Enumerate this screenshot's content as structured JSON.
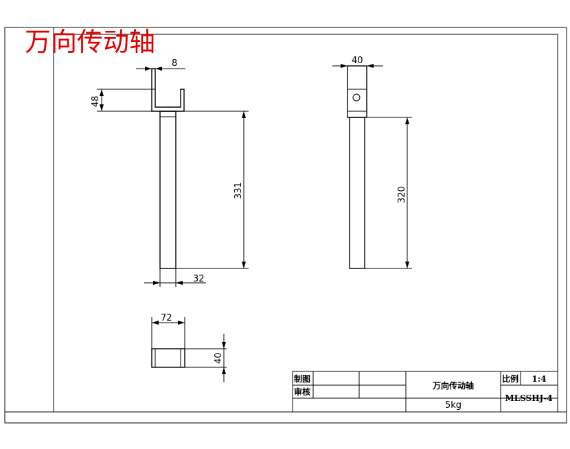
{
  "title": "万向传动轴",
  "dimensions": {
    "side_flange_width": "8",
    "side_fork_height": "48",
    "side_shaft_length": "331",
    "side_shaft_width": "32",
    "front_width": "40",
    "front_shaft_length": "320",
    "bottom_width": "72",
    "bottom_height": "40"
  },
  "title_block": {
    "drawn_label": "制图",
    "checked_label": "审核",
    "part_name": "万向传动轴",
    "weight": "5kg",
    "scale_label": "比例",
    "scale_value": "1:4",
    "drawing_number": "MLSSHJ-4"
  },
  "colors": {
    "line": "#000000",
    "title": "#e00000",
    "background": "#ffffff"
  }
}
